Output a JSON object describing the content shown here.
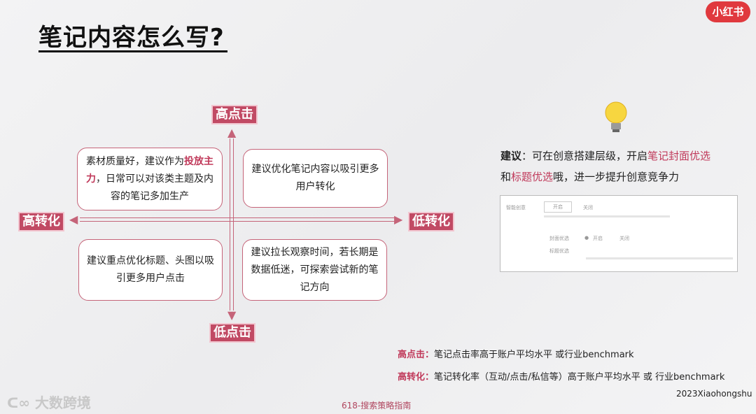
{
  "title": "笔记内容怎么写?",
  "brand_logo": "小红书",
  "axes": {
    "top": "高点击",
    "bottom": "低点击",
    "left": "高转化",
    "right": "低转化"
  },
  "quadrants": {
    "top_left": {
      "pre": "素材质量好，建议作为",
      "highlight": "投放主力",
      "post": "，日常可以对该类主题及内容的笔记多加生产"
    },
    "top_right": "建议优化笔记内容以吸引更多用户转化",
    "bottom_left": "建议重点优化标题、头图以吸引更多用户点击",
    "bottom_right": "建议拉长观察时间，若长期是数据低迷，可探索尝试新的笔记方向"
  },
  "advice": {
    "label": "建议",
    "t1": "：可在创意搭建层级，开启",
    "h1": "笔记封面优选",
    "t2": "和",
    "h2": "标题优选",
    "t3": "哦，进一步提升创意竞争力"
  },
  "settings_screenshot": {
    "row1_label": "智能创意",
    "on": "开启",
    "off": "关闭",
    "cover_label": "封面优选",
    "title_label": "标题优选"
  },
  "definitions": [
    {
      "key": "高点击",
      "text": "笔记点击率高于账户平均水平 或行业benchmark"
    },
    {
      "key": "高转化",
      "text": "笔记转化率（互动/点击/私信等）高于账户平均水平 或 行业benchmark"
    }
  ],
  "credit": "2023Xiaohongshu",
  "footer": "618-搜索策略指南",
  "watermark": "大数跨境",
  "colors": {
    "accent": "#c0395a",
    "box_border": "#c56479",
    "logo": "#e0393e"
  }
}
